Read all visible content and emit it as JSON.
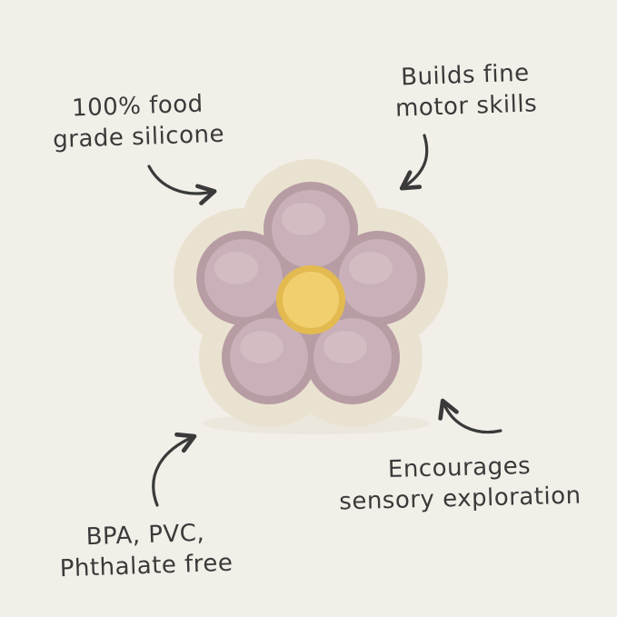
{
  "background": "#f2efe9",
  "colors": {
    "text": "#3a3a3a",
    "arrow": "#3a3a3a",
    "flower_body": "#eae2d0",
    "flower_shadow": "#d9cfba",
    "button_rim": "#b79ca4",
    "button_dome": "#cab0b8",
    "button_highlight": "#d6bfc5",
    "center_rim": "#e2ba50",
    "center_dome": "#f1cf6e"
  },
  "annotations": {
    "top_left": {
      "line1": "100% food",
      "line2": "grade silicone"
    },
    "top_right": {
      "line1": "Builds fine",
      "line2": "motor skills"
    },
    "bottom_left": {
      "line1": "BPA, PVC,",
      "line2": "Phthalate free"
    },
    "bottom_right": {
      "line1": "Encourages",
      "line2": "sensory exploration"
    }
  }
}
